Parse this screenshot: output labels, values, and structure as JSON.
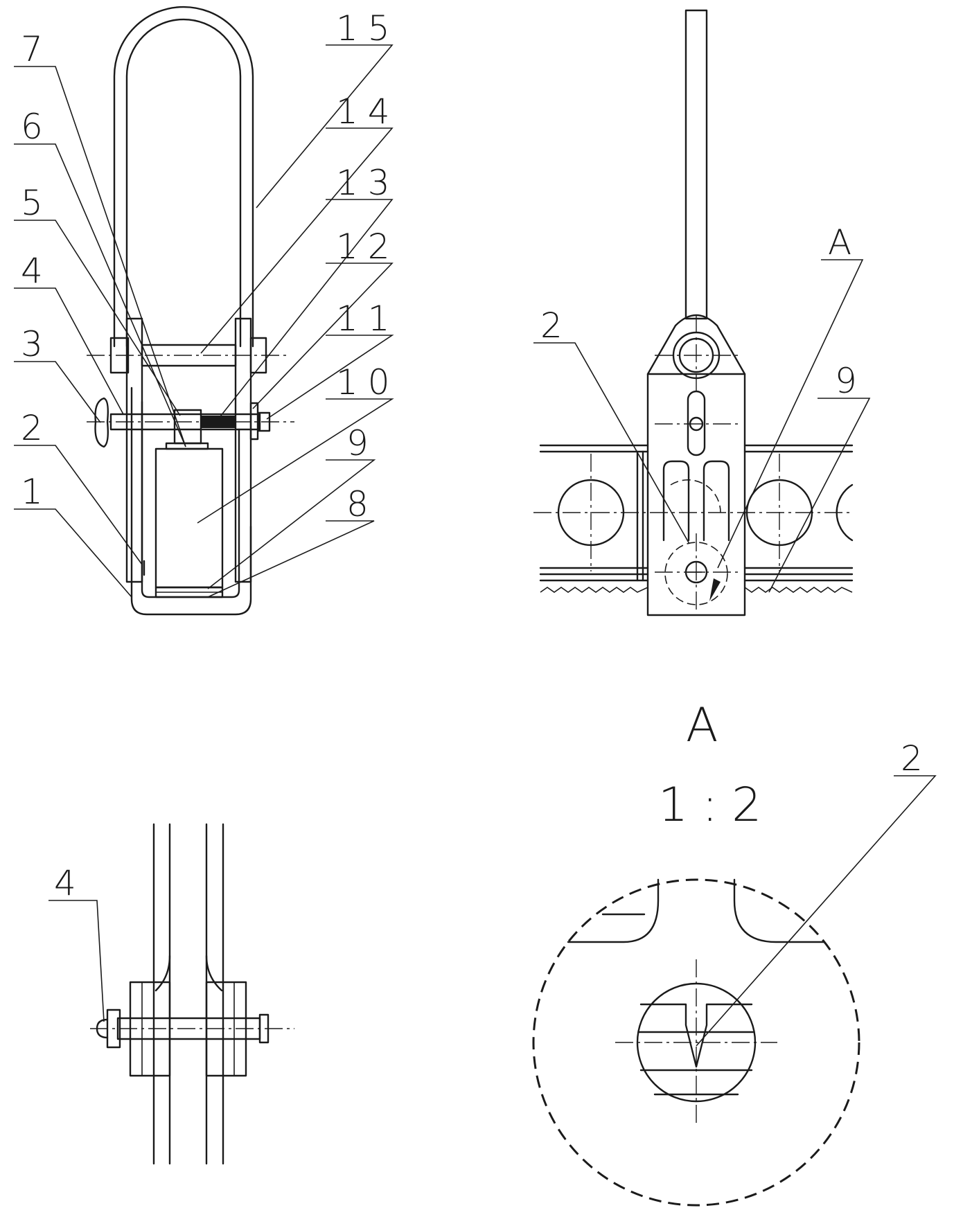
{
  "views": {
    "front": {
      "part_labels": [
        "15",
        "14",
        "13",
        "12",
        "11",
        "10",
        "9",
        "8",
        "7",
        "6",
        "5",
        "4",
        "3",
        "2",
        "1"
      ]
    },
    "side": {
      "part_labels": [
        "2",
        "A",
        "9"
      ]
    },
    "bottom": {
      "part_labels": [
        "4"
      ]
    },
    "detail": {
      "title": "A",
      "scale": "1:2",
      "part_labels": [
        "2"
      ]
    }
  }
}
